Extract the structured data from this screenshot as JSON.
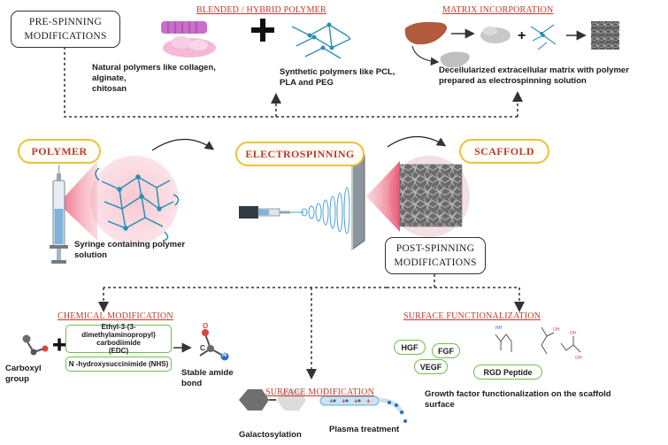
{
  "pre_spinning": "PRE-SPINNING\nMODIFICATIONS",
  "blended_title": "BLENDED / HYBRID POLYMER",
  "matrix_title": "MATRIX  INCORPORATION",
  "natural_caption": "Natural polymers like collagen, alginate,\nchitosan",
  "synthetic_caption": "Synthetic polymers like PCL,\nPLA  and PEG",
  "decell_caption": "Decellularized extracellular matrix with polymer\nprepared as electrospinning solution",
  "polymer_label": "POLYMER",
  "electrospinning_label": "ELECTROSPINNING",
  "scaffold_label": "SCAFFOLD",
  "syringe_caption": "Syringe containing polymer\nsolution",
  "post_spinning": "POST-SPINNING\nMODIFICATIONS",
  "chemical_title": "CHEMICAL MODIFICATION",
  "edc_label": "Ethyl-3-(3-dimethylaminopropyl)\ncarbodiimide\n(EDC)",
  "nhs_label": "N -hydroxysuccinimide (NHS)",
  "carboxyl_caption": "Carboxyl\ngroup",
  "amide_caption": "Stable amide\nbond",
  "surface_mod_title": "SURFACE MODIFICATION",
  "galacto_caption": "Galactosylation",
  "plasma_caption": "Plasma treatment",
  "surface_func_title": "SURFACE FUNCTIONALIZATION",
  "hgf": "HGF",
  "fgf": "FGF",
  "vegf": "VEGF",
  "rgd": "RGD Peptide",
  "growth_caption": "Growth factor functionalization on the scaffold\nsurface",
  "atom_o": "O",
  "atom_n": "N",
  "atom_c": "C",
  "plus": "+",
  "colors": {
    "accent_red": "#c0392b",
    "pill_border": "#e8c23a",
    "green_border": "#6fbf4a",
    "glow": "#e8395a"
  }
}
